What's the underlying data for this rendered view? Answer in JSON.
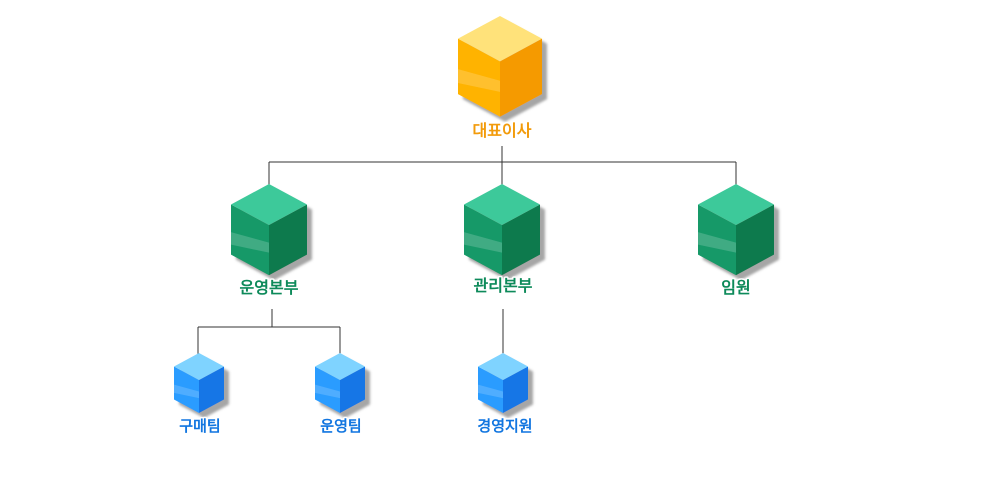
{
  "org_chart": {
    "root": {
      "label": "대표이사",
      "color": "orange"
    },
    "divisions": [
      {
        "label": "운영본부",
        "color": "green",
        "teams": [
          {
            "label": "구매팀",
            "color": "blue"
          },
          {
            "label": "운영팀",
            "color": "blue"
          }
        ]
      },
      {
        "label": "관리본부",
        "color": "green",
        "teams": [
          {
            "label": "경영지원",
            "color": "blue"
          }
        ]
      },
      {
        "label": "임원",
        "color": "green",
        "teams": []
      }
    ]
  },
  "colors": {
    "orange": {
      "top": "#ffe27a",
      "left": "#ffb300",
      "right": "#f59a00",
      "text": "#f29b0b"
    },
    "green": {
      "top": "#3ec99a",
      "left": "#159968",
      "right": "#0a7a4e",
      "text": "#0d8a5a"
    },
    "blue": {
      "top": "#7fd3ff",
      "left": "#2a9cff",
      "right": "#1576e6",
      "text": "#1276e0"
    },
    "connector": "#333333"
  }
}
